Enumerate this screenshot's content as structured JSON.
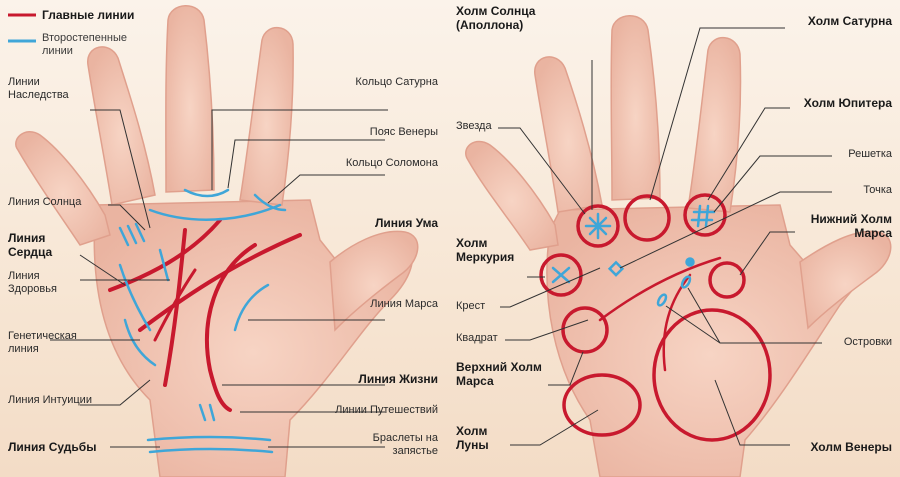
{
  "colors": {
    "main_line": "#c8192e",
    "secondary_line": "#3fa6d8",
    "skin": "#f2c6b4",
    "skin_shadow": "#e7a997",
    "label_line": "#333333"
  },
  "legend": {
    "main": "Главные линии",
    "secondary": "Второстепенные линии"
  },
  "left_labels": {
    "heredity": "Линии Наследства",
    "saturn_ring": "Кольцо Сатурна",
    "venus_belt": "Пояс Венеры",
    "solomon_ring": "Кольцо Соломона",
    "sun_line": "Линия Солнца",
    "mind_line": "Линия Ума",
    "heart_line": "Линия Сердца",
    "health_line": "Линия Здоровья",
    "mars_line": "Линия Марса",
    "genetic_line": "Генетическая линия",
    "intuition_line": "Линия Интуиции",
    "life_line": "Линия Жизни",
    "travel_lines": "Линии Путешествий",
    "fate_line": "Линия Судьбы",
    "bracelets": "Браслеты на запястье"
  },
  "right_labels": {
    "sun_mount": "Холм Солнца (Аполлона)",
    "saturn_mount": "Холм Сатурна",
    "star": "Звезда",
    "jupiter_mount": "Холм Юпитера",
    "grid": "Решетка",
    "dot": "Точка",
    "mercury_mount": "Холм Меркурия",
    "lower_mars": "Нижний Холм Марса",
    "cross": "Крест",
    "square": "Квадрат",
    "islands": "Островки",
    "upper_mars": "Верхний Холм Марса",
    "moon_mount": "Холм Луны",
    "venus_mount": "Холм Венеры"
  }
}
